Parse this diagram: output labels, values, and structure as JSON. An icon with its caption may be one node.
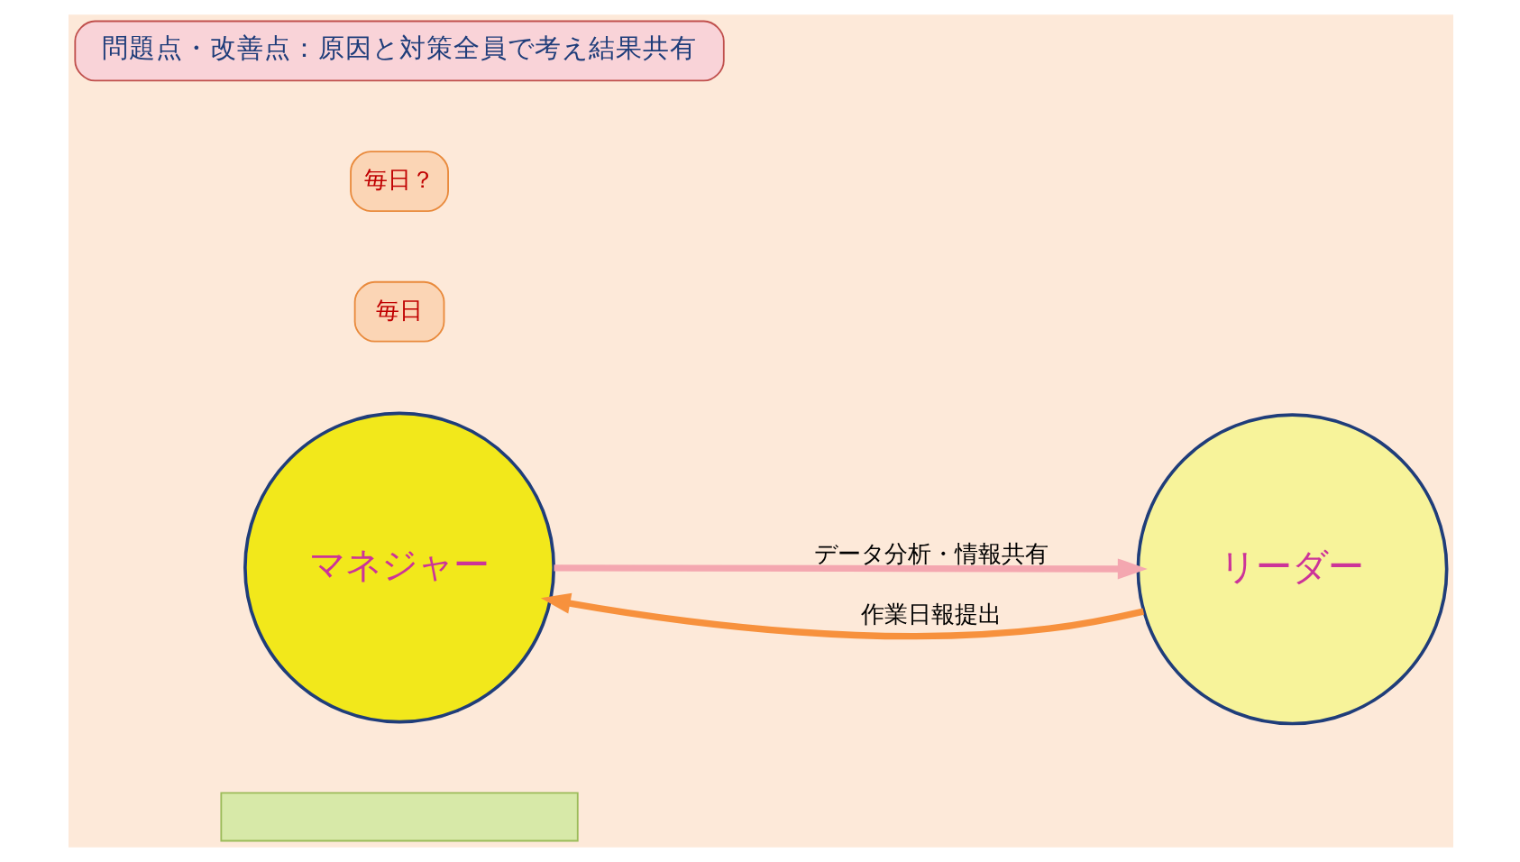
{
  "diagram": {
    "nodes": [
      {
        "text": [],
        "shape": "box"
      },
      {
        "text": [
          "マネジャー"
        ]
      },
      {
        "text": [
          "リーダー"
        ]
      },
      {
        "text": [
          "毎日"
        ]
      },
      {
        "text": [
          "毎日？"
        ]
      },
      {
        "text": [
          "問題点・改善点：原因と対策全員で考え結果共有"
        ]
      }
    ],
    "edges": [
      {
        "from": 2,
        "to": 1,
        "arrow": "to",
        "label": "作業日報提出",
        "color": "#f7913d"
      },
      {
        "from": 1,
        "to": 2,
        "arrow": "to",
        "label": "データ分析・情報共有",
        "color": "#f4a7b0"
      }
    ]
  }
}
